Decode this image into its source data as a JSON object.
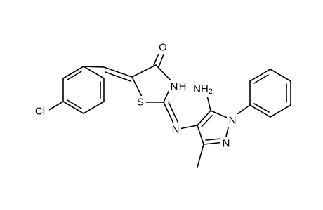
{
  "atom_labels": {
    "oxygen": "O",
    "ring_nitrogen_h": "N",
    "ring_nitrogen_h_suffix": "H",
    "sulfur": "S",
    "imine_nitrogen": "N",
    "chlorine": "Cl",
    "amino_nh2": "NH2",
    "amino_h": "H",
    "amino_n": "N",
    "amino_sub2": "2",
    "pyrazole_n1": "N",
    "pyrazole_n2": "N"
  },
  "structure": {
    "type": "skeletal-formula",
    "rings": [
      "4-chlorophenyl",
      "thiazolidin-4-one",
      "pyrazole",
      "phenyl"
    ],
    "substituents": [
      "chloro",
      "amino",
      "methyl",
      "phenyl"
    ]
  }
}
